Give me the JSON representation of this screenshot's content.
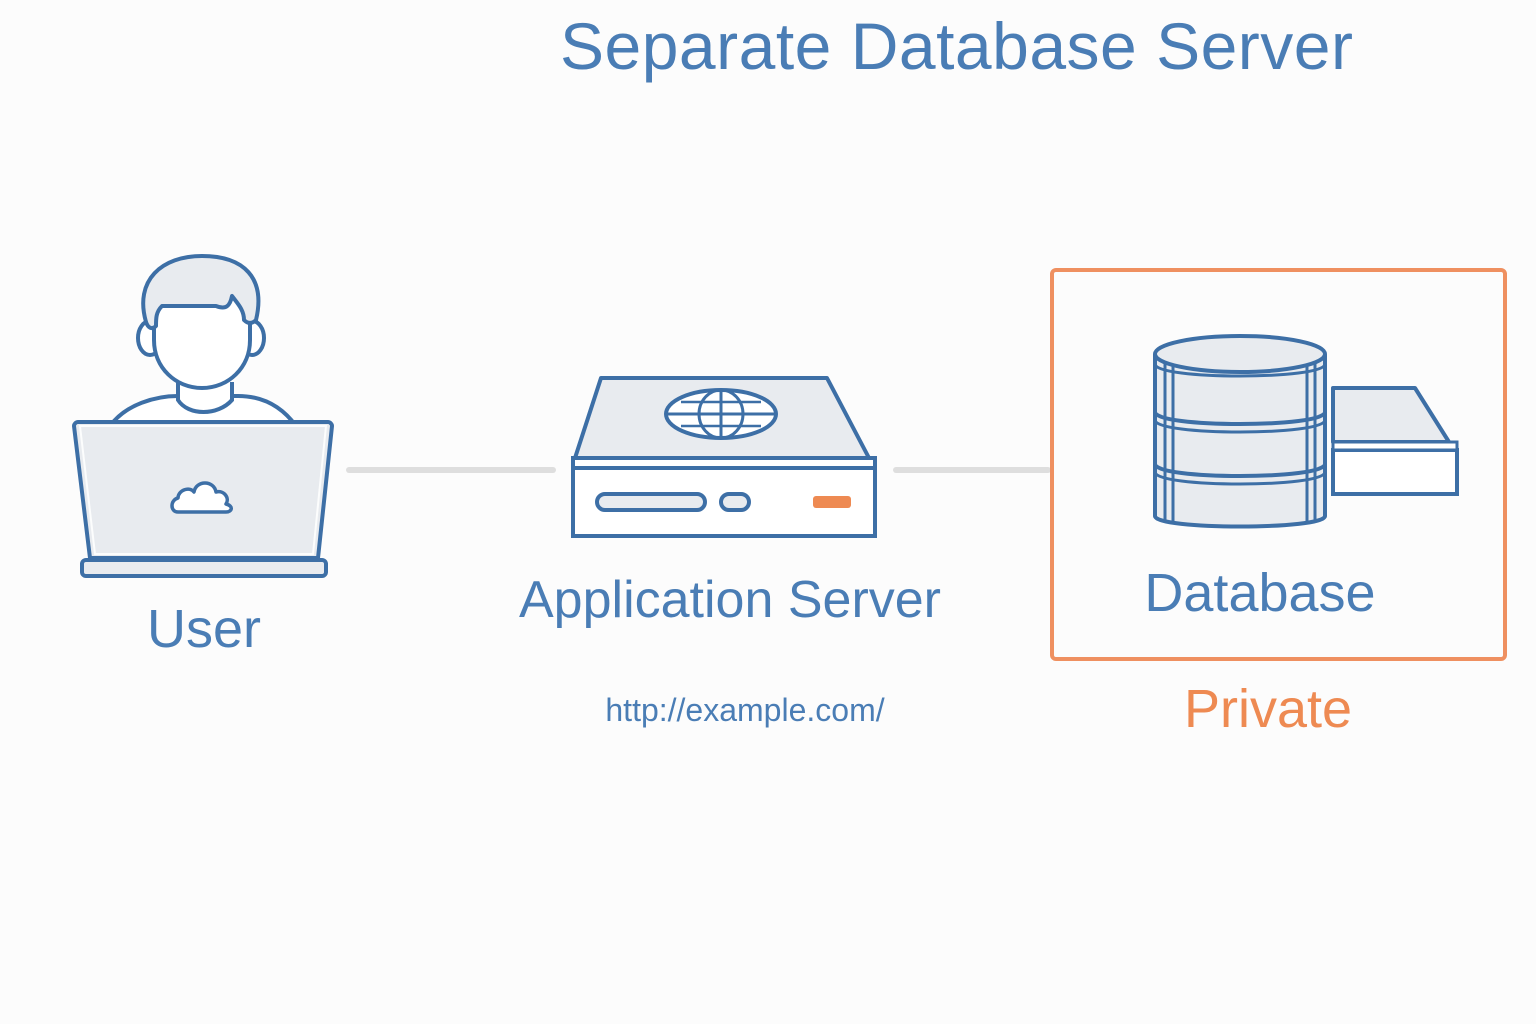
{
  "diagram": {
    "title": "Separate Database Server",
    "nodes": {
      "user": {
        "label": "User",
        "icon": "user-laptop-icon"
      },
      "app_server": {
        "label": "Application Server",
        "url": "http://example.com/",
        "icon": "web-server-icon"
      },
      "database": {
        "label": "Database",
        "icon": "database-icon",
        "zone": "Private"
      }
    },
    "connections": [
      {
        "from": "User",
        "to": "Application Server"
      },
      {
        "from": "Application Server",
        "to": "Database"
      }
    ],
    "colors": {
      "primary": "#4a7db5",
      "private": "#ef9060",
      "connector": "#dedede",
      "fill": "#e8ebef"
    }
  }
}
